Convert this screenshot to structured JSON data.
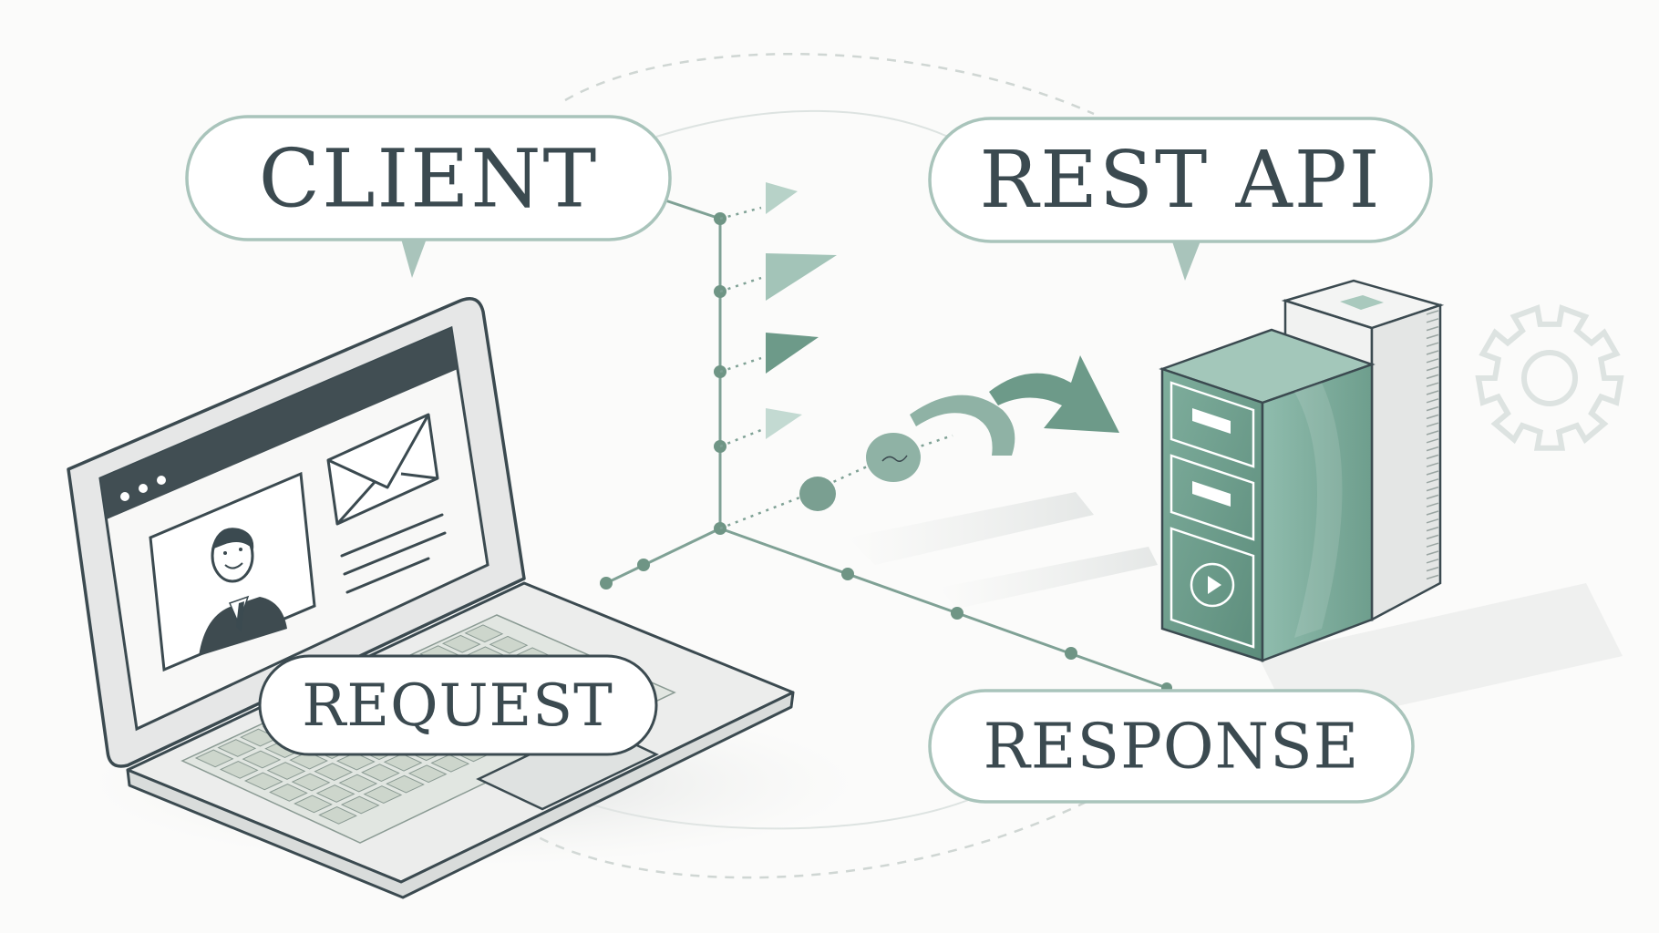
{
  "labels": {
    "client": "CLIENT",
    "rest_api": "REST API",
    "request": "REQUEST",
    "response": "RESPONSE"
  },
  "colors": {
    "background": "#fbfbfa",
    "outline": "#3b4a50",
    "accent_green": "#6f9f8e",
    "accent_green_dark": "#4f7d6e",
    "accent_green_light": "#a9c9bd",
    "bubble_border": "#a9c4bb",
    "laptop_body": "#e9eaea",
    "keyboard_key": "#cdd6cc"
  },
  "icons": [
    "laptop-icon",
    "envelope-icon",
    "user-avatar-icon",
    "server-icon",
    "gear-icon",
    "arrow-icon"
  ]
}
